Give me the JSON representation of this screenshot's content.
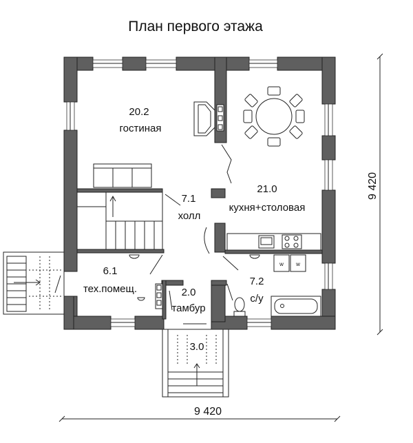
{
  "title": "План первого этажа",
  "dimensions": {
    "width": "9 420",
    "height": "9 420"
  },
  "rooms": [
    {
      "area": "20.2",
      "name": "гостиная"
    },
    {
      "area": "21.0",
      "name": "кухня+столовая"
    },
    {
      "area": "7.1",
      "name": "холл"
    },
    {
      "area": "6.1",
      "name": "тех.помещ."
    },
    {
      "area": "2.0",
      "name": "тамбур"
    },
    {
      "area": "7.2",
      "name": "с/у"
    },
    {
      "area": "3.0",
      "name": ""
    }
  ],
  "appliance_labels": {
    "washer_1": "w",
    "washer_2": "w"
  }
}
